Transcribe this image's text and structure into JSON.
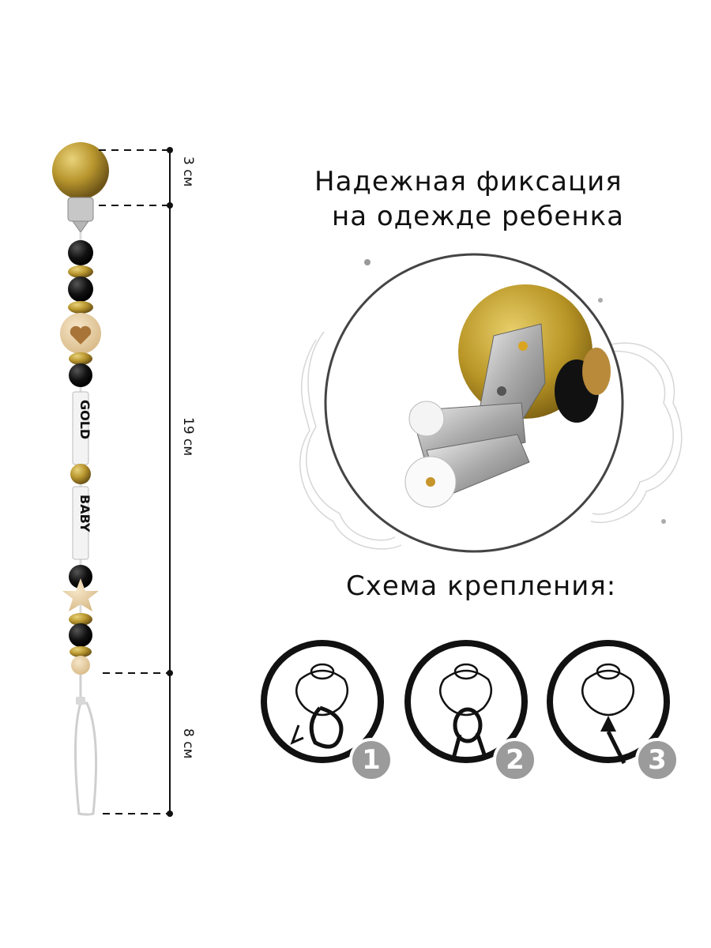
{
  "dimensions": {
    "top": "3 см",
    "middle": "19 см",
    "bottom": "8 см"
  },
  "beads": {
    "letters_gold": "GOLD",
    "letters_baby": "BABY"
  },
  "headline": {
    "line1": "Надежная  фиксация",
    "line2": "на  одежде  ребенка"
  },
  "scheme": {
    "title": "Схема  крепления:",
    "steps": [
      "1",
      "2",
      "3"
    ]
  },
  "colors": {
    "gold": "#b8962e",
    "black": "#111111",
    "wood": "#e9cfa6",
    "step_badge": "#9b9b9b"
  }
}
